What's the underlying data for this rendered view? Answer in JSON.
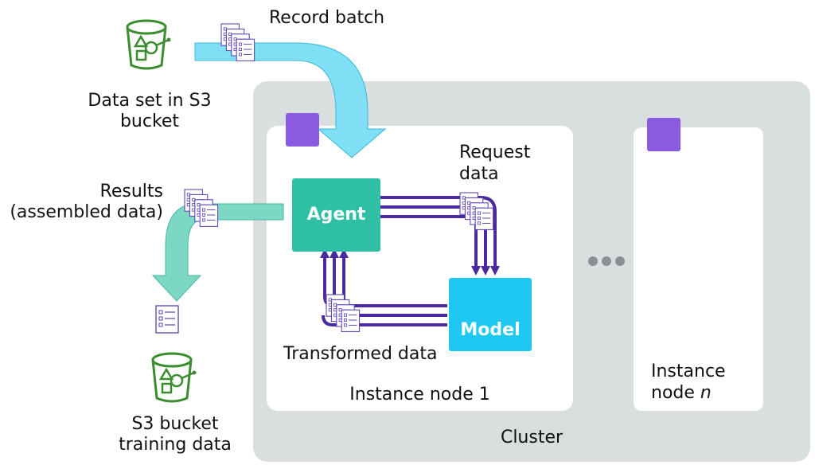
{
  "labels": {
    "record_batch": "Record batch",
    "data_set_line1": "Data set in S3",
    "data_set_line2": "bucket",
    "results_line1": "Results",
    "results_line2": "(assembled data)",
    "request_line1": "Request",
    "request_line2": "data",
    "agent": "Agent",
    "model": "Model",
    "transformed": "Transformed data",
    "instance_node_1": "Instance node 1",
    "instance_node_n_line1": "Instance",
    "instance_node_n_prefix": "node ",
    "instance_node_n_italic": "n",
    "cluster": "Cluster",
    "s3_training_line1": "S3 bucket",
    "s3_training_line2": "training data"
  },
  "colors": {
    "cluster_bg": "#D9DEDE",
    "node_bg": "#FFFFFF",
    "agent": "#2EBFA5",
    "model": "#1FC8F0",
    "node_marker": "#8A5BE0",
    "bucket": "#3B8C2E",
    "arrow_in": "#7FE0F5",
    "arrow_out": "#7CD8C4",
    "flow_lines": "#4B2A9E",
    "doc_icon": "#5B3FB5"
  },
  "icons": {
    "source_bucket": "s3-bucket-icon",
    "target_bucket": "s3-bucket-icon",
    "documents": "document-stack-icon",
    "ellipsis": "ellipsis-icon"
  }
}
